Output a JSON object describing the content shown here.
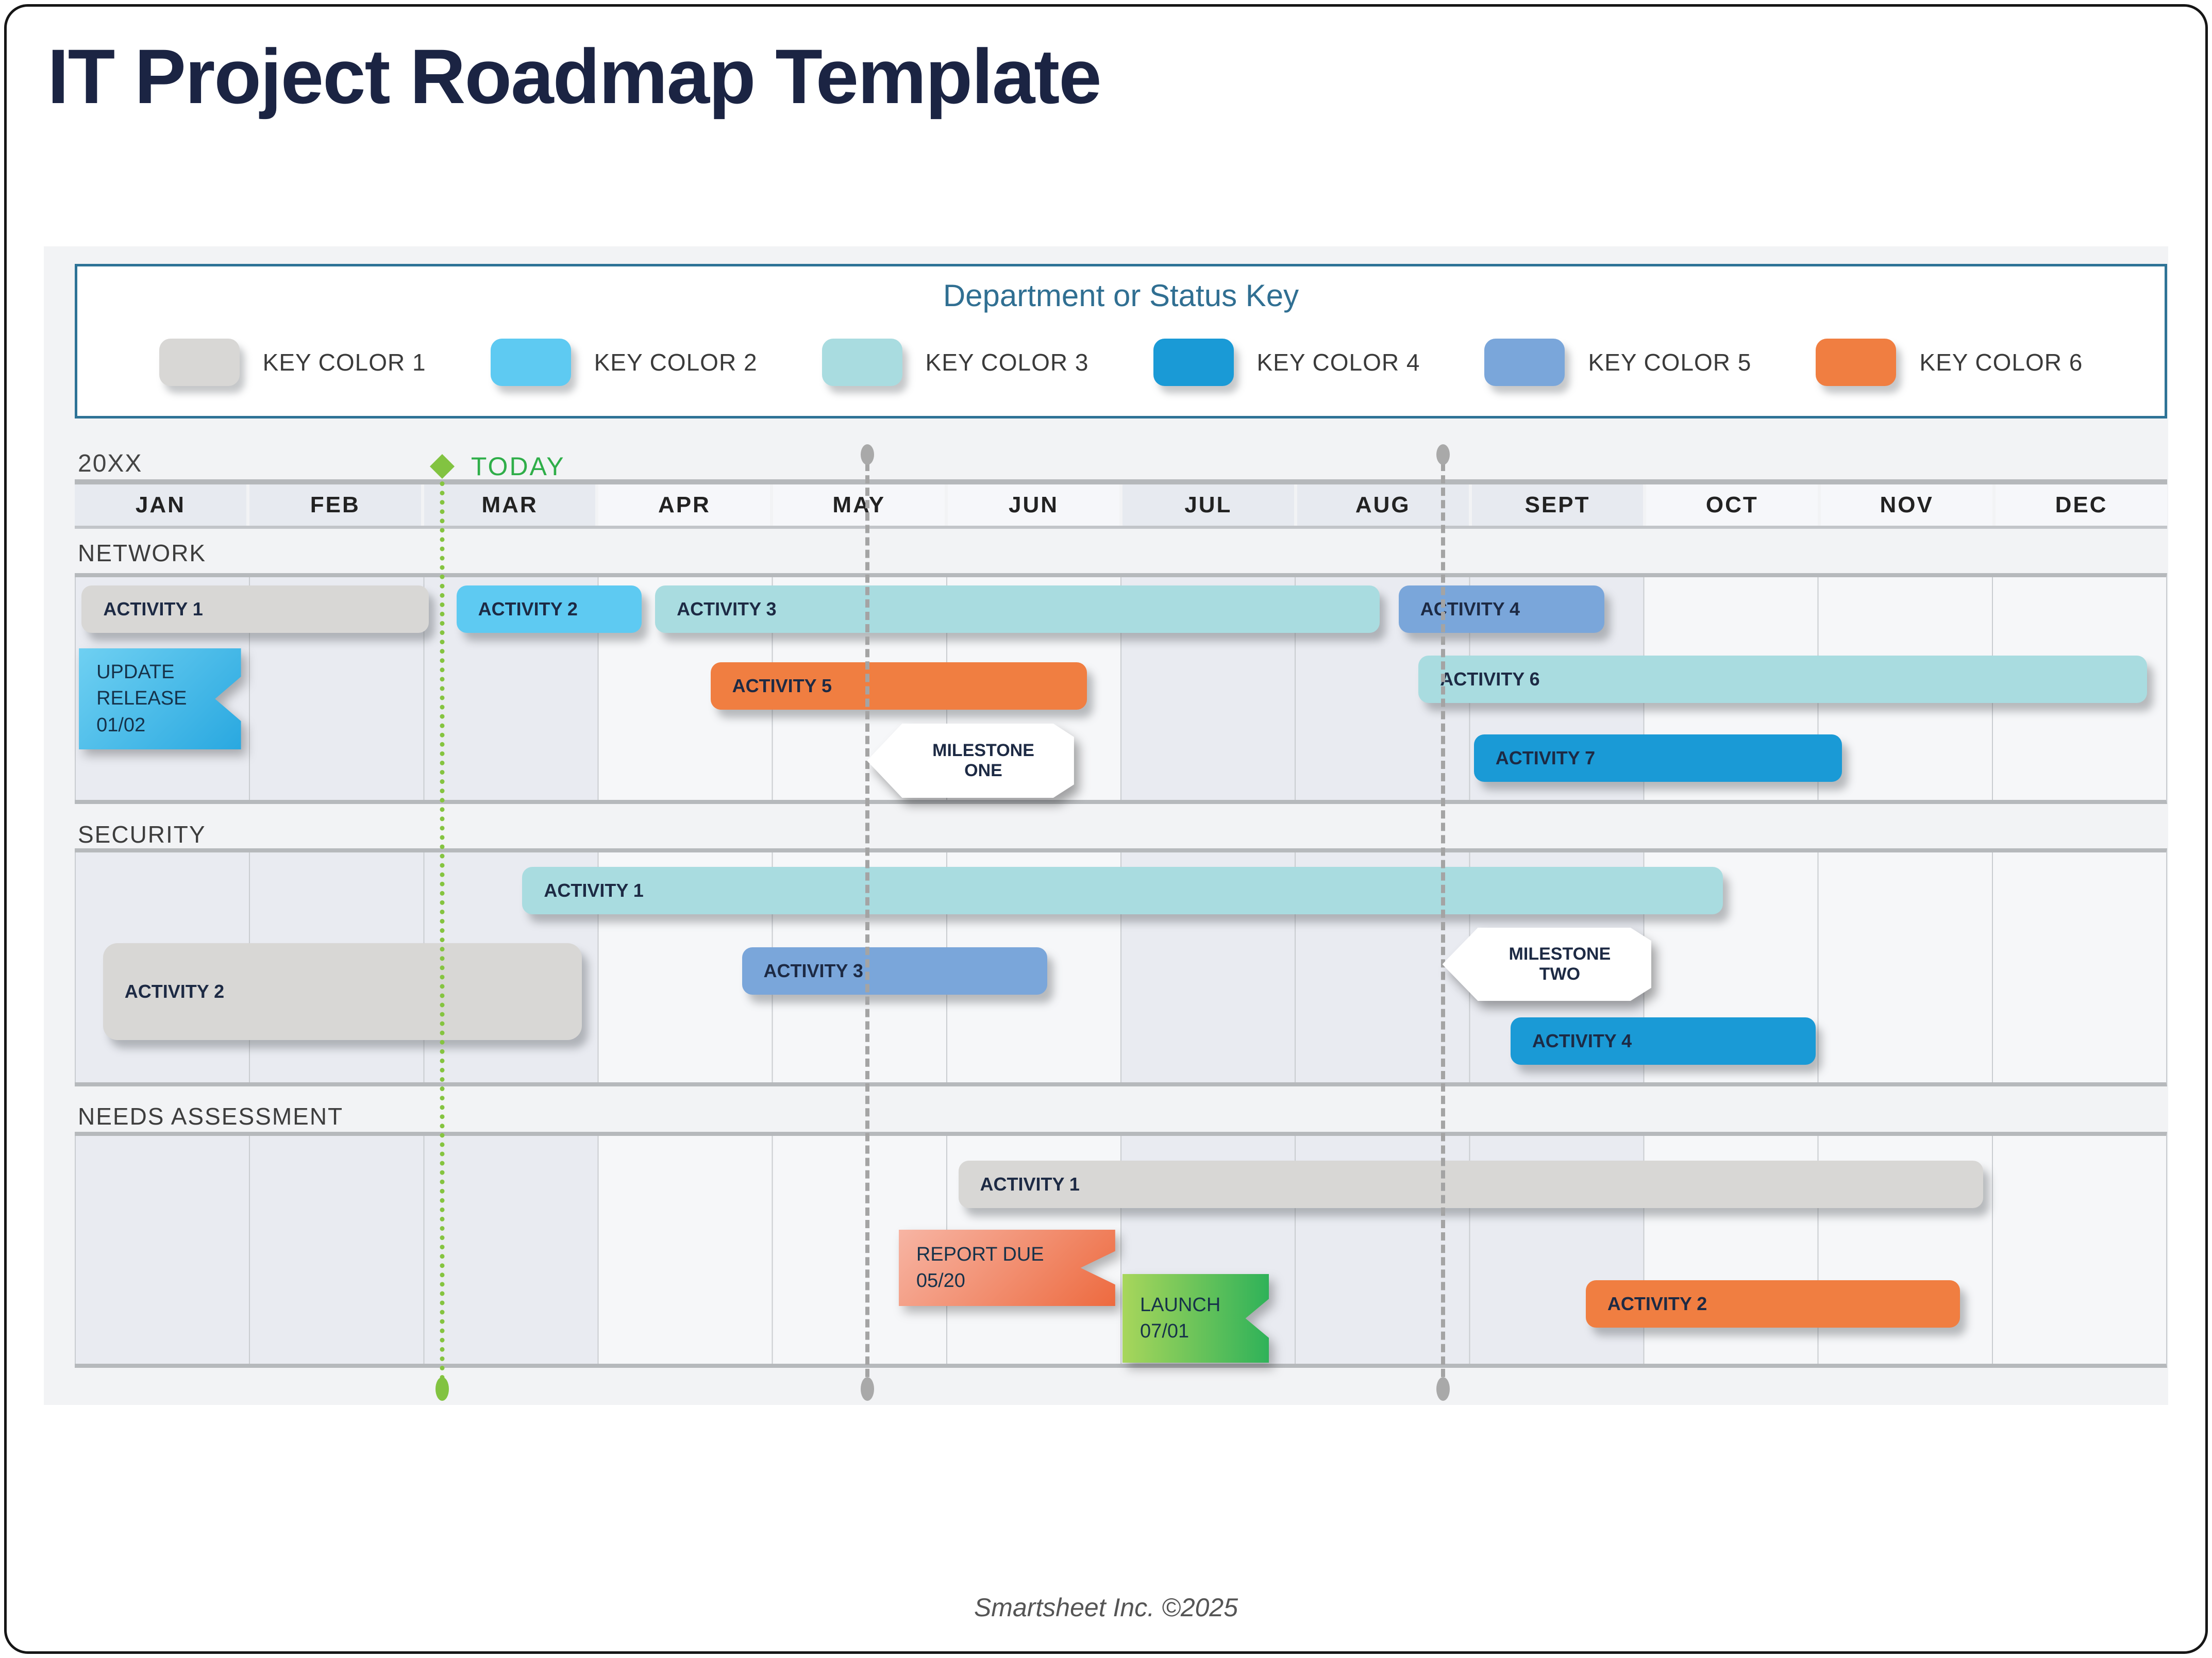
{
  "page_title": "IT Project Roadmap Template",
  "footer": "Smartsheet Inc. ©2025",
  "colors": {
    "title_navy": "#1b2443",
    "legend_border_teal": "#2e7396",
    "legend_title_teal": "#306f92",
    "today_green": "#2fae49",
    "today_diamond_green": "#82c341",
    "reference_line_gray": "#a4a4a4",
    "bar_label_navy": "#1d2a44",
    "quarter_shade_dark": "#e7eaf0",
    "quarter_shade_light": "#f6f7fa"
  },
  "legend": {
    "title": "Department or Status Key",
    "items": [
      {
        "label": "KEY COLOR 1",
        "color": "#d8d7d5"
      },
      {
        "label": "KEY COLOR 2",
        "color": "#5ecaf2"
      },
      {
        "label": "KEY COLOR 3",
        "color": "#a9dce0"
      },
      {
        "label": "KEY COLOR 4",
        "color": "#1a9ad6"
      },
      {
        "label": "KEY COLOR 5",
        "color": "#7aa6da"
      },
      {
        "label": "KEY COLOR 6",
        "color": "#f07e41"
      }
    ]
  },
  "chart_data": {
    "type": "bar",
    "variant": "gantt-roadmap-timeline",
    "year_label": "20XX",
    "today_label": "TODAY",
    "months": [
      "JAN",
      "FEB",
      "MAR",
      "APR",
      "MAY",
      "JUN",
      "JUL",
      "AUG",
      "SEPT",
      "OCT",
      "NOV",
      "DEC"
    ],
    "axis_range_months": [
      0,
      12
    ],
    "today_month_position": 2.1,
    "reference_line_month_positions": [
      4.55,
      7.85
    ],
    "sections": [
      {
        "name": "NETWORK",
        "bars": [
          {
            "label": "ACTIVITY 1",
            "color_key": "KEY COLOR 1",
            "start_month": 0.0,
            "end_month": 2.0
          },
          {
            "label": "ACTIVITY 2",
            "color_key": "KEY COLOR 2",
            "start_month": 2.2,
            "end_month": 3.25
          },
          {
            "label": "ACTIVITY 3",
            "color_key": "KEY COLOR 3",
            "start_month": 3.3,
            "end_month": 7.5
          },
          {
            "label": "ACTIVITY 4",
            "color_key": "KEY COLOR 5",
            "start_month": 7.6,
            "end_month": 8.8
          },
          {
            "label": "ACTIVITY 5",
            "color_key": "KEY COLOR 6",
            "start_month": 3.65,
            "end_month": 5.8
          },
          {
            "label": "ACTIVITY 6",
            "color_key": "KEY COLOR 3",
            "start_month": 7.7,
            "end_month": 11.9
          },
          {
            "label": "ACTIVITY 7",
            "color_key": "KEY COLOR 4",
            "start_month": 8.0,
            "end_month": 10.1
          }
        ],
        "flags": [
          {
            "label": "UPDATE RELEASE",
            "date": "01/02",
            "color": "blue-gradient",
            "start_month": 0.0,
            "end_month": 0.95
          }
        ],
        "milestones": [
          {
            "label": "MILESTONE ONE",
            "at_month": 4.55
          }
        ]
      },
      {
        "name": "SECURITY",
        "bars": [
          {
            "label": "ACTIVITY 1",
            "color_key": "KEY COLOR 3",
            "start_month": 2.55,
            "end_month": 9.45
          },
          {
            "label": "ACTIVITY 2",
            "color_key": "KEY COLOR 1",
            "start_month": 0.15,
            "end_month": 2.9
          },
          {
            "label": "ACTIVITY 3",
            "color_key": "KEY COLOR 5",
            "start_month": 3.85,
            "end_month": 5.6
          },
          {
            "label": "ACTIVITY 4",
            "color_key": "KEY COLOR 4",
            "start_month": 8.25,
            "end_month": 10.0
          }
        ],
        "flags": [],
        "milestones": [
          {
            "label": "MILESTONE TWO",
            "at_month": 7.85
          }
        ]
      },
      {
        "name": "NEEDS ASSESSMENT",
        "bars": [
          {
            "label": "ACTIVITY 1",
            "color_key": "KEY COLOR 1",
            "start_month": 5.05,
            "end_month": 10.95
          },
          {
            "label": "ACTIVITY 2",
            "color_key": "KEY COLOR 6",
            "start_month": 8.65,
            "end_month": 10.8
          }
        ],
        "flags": [
          {
            "label": "REPORT DUE",
            "date": "05/20",
            "color": "salmon-gradient",
            "start_month": 4.75,
            "end_month": 5.95
          },
          {
            "label": "LAUNCH",
            "date": "07/01",
            "color": "green-gradient",
            "start_month": 6.0,
            "end_month": 6.85
          }
        ],
        "milestones": []
      }
    ]
  }
}
